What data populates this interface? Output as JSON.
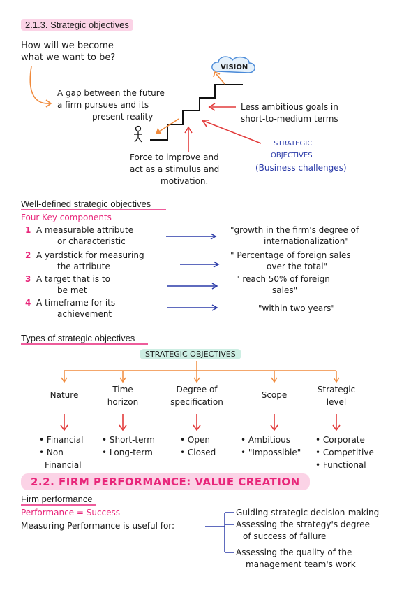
{
  "section_213": {
    "title": "2.1.3. Strategic objectives",
    "question_l1": "How will we become",
    "question_l2": "what we want to be?",
    "vision": "VISION",
    "gap_l1": "A gap between the future",
    "gap_l2": "a firm pursues and its",
    "gap_l3": "present reality",
    "less_l1": "Less ambitious goals in",
    "less_l2": "short-to-medium terms",
    "force_l1": "Force to improve and",
    "force_l2": "act as a stimulus and",
    "force_l3": "motivation.",
    "strat_l1": "STRATEGIC",
    "strat_l2": "OBJECTIVES",
    "strat_l3": "(Business challenges)"
  },
  "well_defined": {
    "title": "Well-defined strategic objectives",
    "subtitle": "Four Key components",
    "items": [
      {
        "num": "1",
        "l1": "A measurable attribute",
        "l2": "or characteristic",
        "ex1": "\"growth in the firm's degree of",
        "ex2": "internationalization\""
      },
      {
        "num": "2",
        "l1": "A yardstick for measuring",
        "l2": "the attribute",
        "ex1": "\" Percentage of foreign sales",
        "ex2": "over the total\""
      },
      {
        "num": "3",
        "l1": "A target that is to",
        "l2": "be met",
        "ex1": "\" reach 50% of foreign",
        "ex2": "sales\""
      },
      {
        "num": "4",
        "l1": "A timeframe for its",
        "l2": "achievement",
        "ex1": "\"within two years\"",
        "ex2": ""
      }
    ]
  },
  "types": {
    "title": "Types of strategic objectives",
    "root": "STRATEGIC OBJECTIVES",
    "branches": [
      {
        "l1": "Nature",
        "l2": "",
        "i1": "• Financial",
        "i2": "• Non",
        "i3": "Financial"
      },
      {
        "l1": "Time",
        "l2": "horizon",
        "i1": "• Short-term",
        "i2": "• Long-term",
        "i3": ""
      },
      {
        "l1": "Degree of",
        "l2": "specification",
        "i1": "• Open",
        "i2": "• Closed",
        "i3": ""
      },
      {
        "l1": "Scope",
        "l2": "",
        "i1": "• Ambitious",
        "i2": "• \"Impossible\"",
        "i3": ""
      },
      {
        "l1": "Strategic",
        "l2": "level",
        "i1": "• Corporate",
        "i2": "• Competitive",
        "i3": "• Functional"
      }
    ]
  },
  "section_22": {
    "title": "2.2. FIRM PERFORMANCE: VALUE CREATION",
    "sub": "Firm performance",
    "equation": "Performance = Success",
    "useful": "Measuring Performance is useful for:",
    "uses": [
      {
        "l1": "Guiding strategic decision-making",
        "l2": ""
      },
      {
        "l1": "Assessing the strategy's degree",
        "l2": "of success of failure"
      },
      {
        "l1": "Assessing the quality of the",
        "l2": "management team's work"
      }
    ]
  },
  "colors": {
    "accent": "#e8267a",
    "blue": "#2a3aa8",
    "orange": "#f08a3c",
    "red": "#e23b3b"
  }
}
